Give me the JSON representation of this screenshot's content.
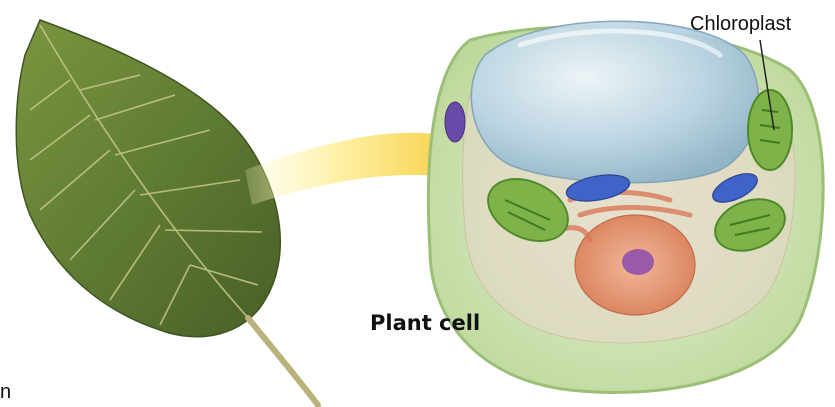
{
  "labels": {
    "chloroplast": "Chloroplast",
    "plant_cell": "Plant cell",
    "cropped_edge_text": "n"
  },
  "colors": {
    "leaf_dark": "#4f6b2c",
    "leaf_mid": "#6e8a3e",
    "leaf_light": "#9fb25c",
    "leaf_vein": "#c9c98a",
    "arrow_light": "#fff3a0",
    "arrow_dark": "#f2c21a",
    "cell_wall": "#cfe3b0",
    "cell_wall_dark": "#a9c98a",
    "vacuole": "#a8c8dc",
    "vacuole_light": "#e3f0f6",
    "chloroplast": "#7fb34a",
    "chloroplast_dark": "#4e8a2a",
    "mitochondria": "#3f63c8",
    "nucleus": "#e9a07a",
    "nucleolus": "#9a5aa8",
    "golgi": "#d9795a",
    "label_line": "#222222"
  }
}
